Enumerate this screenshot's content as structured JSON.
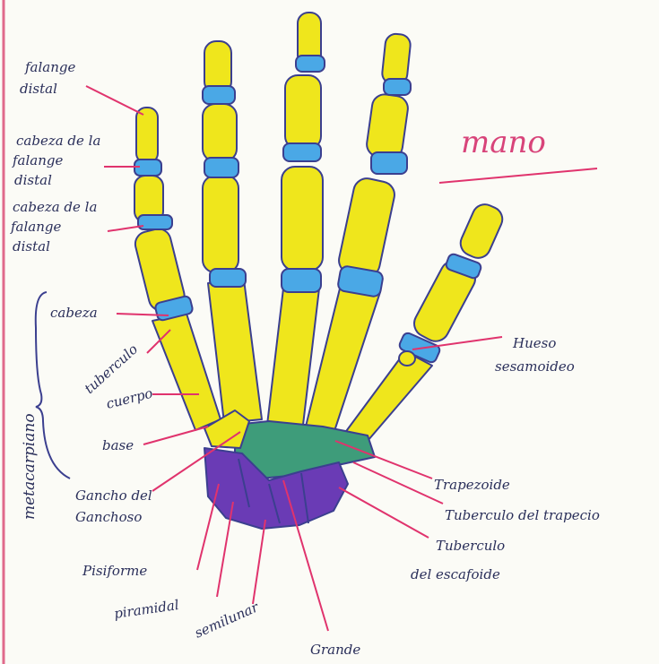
{
  "title": "mano",
  "side_label": "metacarpiano",
  "labels": {
    "falange_distal": [
      "falange",
      "distal"
    ],
    "cabeza_falange_1": [
      "cabeza de la",
      "falange",
      "distal"
    ],
    "cabeza_falange_2": [
      "cabeza de la",
      "falange",
      "distal"
    ],
    "cabeza": "cabeza",
    "tuberculo": "tuberculo",
    "cuerpo": "cuerpo",
    "base": "base",
    "gancho": [
      "Gancho del",
      "Ganchoso"
    ],
    "pisiforme": "Pisiforme",
    "piramidal": "piramidal",
    "semilunar": "semilunar",
    "grande": "Grande",
    "trapezoide": "Trapezoide",
    "tuberculo_trapecio": "Tuberculo del trapecio",
    "tuberculo_escafoides": [
      "Tuberculo",
      "del escafoide"
    ],
    "hueso_sesamoideo": [
      "Hueso",
      "sesamoideo"
    ]
  },
  "colors": {
    "bone": "#efe61c",
    "joint": "#4aa8e6",
    "carpal_purple": "#6a3bb5",
    "carpal_green": "#3e9c7a",
    "leader": "#e0336d",
    "outline": "#3b3f8f",
    "margin": "#e06a8c"
  }
}
